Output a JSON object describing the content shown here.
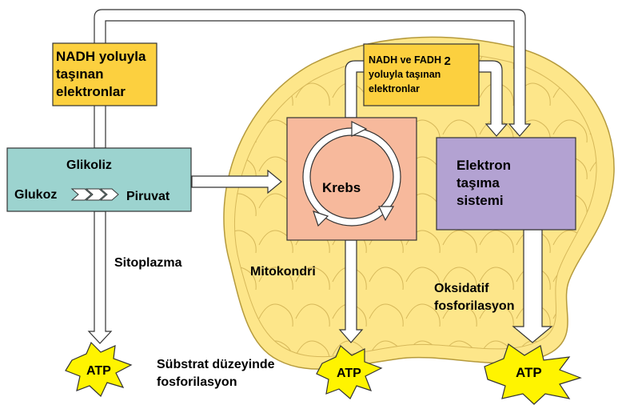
{
  "colors": {
    "background": "#ffffff",
    "mitochondrion_fill": "#fde68a",
    "mitochondrion_stroke": "#b59a3c",
    "glycolysis_box": "#9cd3cf",
    "krebs_box": "#f7b99c",
    "etc_box": "#b3a2d2",
    "nadh_label_box": "#fcd03f",
    "atp_star": "#fff400",
    "arrow_fill": "#ffffff",
    "outline": "#222222"
  },
  "glycolysis": {
    "title": "Glikoliz",
    "input": "Glukoz",
    "output": "Piruvat"
  },
  "nadh_cytosol_label": "NADH yoluyla\ntaşınan\nelektronlar",
  "nadh_fadh_label": {
    "line1": "NADH ve FADH",
    "subscript": "2",
    "line2": "yoluyla taşınan",
    "line3": "elektronlar"
  },
  "krebs": {
    "label": "Krebs"
  },
  "etc": {
    "label": "Elektron\ntaşıma\nsistemi"
  },
  "regions": {
    "cytoplasm": "Sitoplazma",
    "mitochondrion": "Mitokondri"
  },
  "processes": {
    "substrate_level": "Sübstrat düzeyinde\nfosforilasyon",
    "oxidative": "Oksidatif\nfosforilasyon"
  },
  "atp": {
    "left": "ATP",
    "middle": "ATP",
    "right": "ATP"
  }
}
